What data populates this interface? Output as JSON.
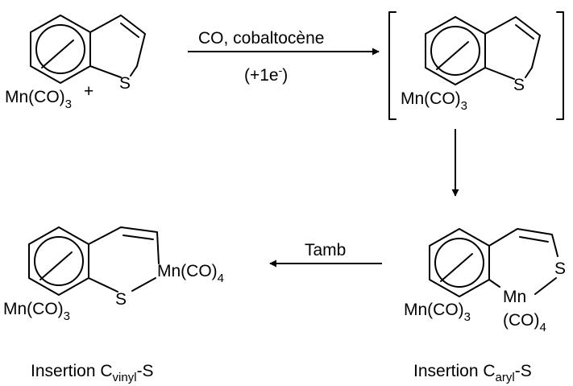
{
  "reaction": {
    "step1": {
      "reagent": "CO, cobaltocène",
      "condition_base": "(+1e",
      "condition_sup": "-",
      "condition_end": ")"
    },
    "step3": {
      "condition": "Tamb"
    }
  },
  "compounds": {
    "starting": {
      "metal": "Mn(CO)",
      "metal_sub": "3",
      "charge": "+",
      "sulfur": "S"
    },
    "intermediate": {
      "metal": "Mn(CO)",
      "metal_sub": "3",
      "sulfur": "S"
    },
    "aryl_insertion": {
      "metal": "Mn(CO)",
      "metal_sub": "3",
      "sulfur": "S",
      "ring_metal": "Mn",
      "ring_ligand": "(CO)",
      "ring_ligand_sub": "4",
      "caption_prefix": "Insertion C",
      "caption_sub": "aryl",
      "caption_suffix": "-S"
    },
    "vinyl_insertion": {
      "metal": "Mn(CO)",
      "metal_sub": "3",
      "sulfur": "S",
      "ring_metal": "Mn(CO)",
      "ring_metal_sub": "4",
      "caption_prefix": "Insertion C",
      "caption_sub": "vinyl",
      "caption_suffix": "-S"
    }
  }
}
